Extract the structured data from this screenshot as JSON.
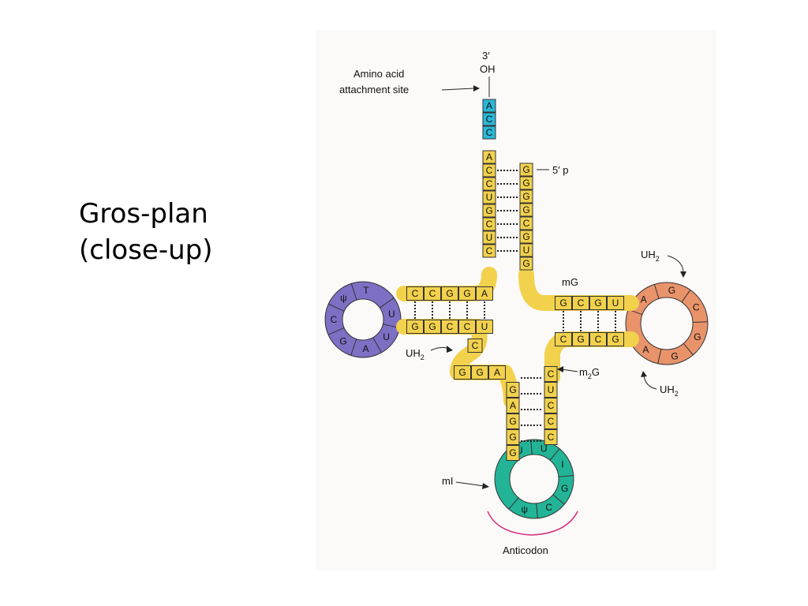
{
  "slide": {
    "line1": "Gros-plan",
    "line2": "(close-up)"
  },
  "labels": {
    "three_prime": "3′",
    "oh": "OH",
    "amino_line1": "Amino acid",
    "amino_line2": "attachment site",
    "five_prime": "5′ p",
    "mG": "mG",
    "uh2": "UH",
    "m2G": "m",
    "g_suffix": "G",
    "sub2": "2",
    "mI": "mI",
    "anticodon": "Anticodon"
  },
  "colors": {
    "stem": "#f2d14c",
    "acceptor_end": "#2ab7d6",
    "t_loop": "#7d6fc4",
    "d_loop": "#e9936b",
    "anticodon_loop": "#23b497",
    "anticodon_label": "#d6287c",
    "outline": "#333333"
  },
  "sequence": {
    "acceptor_3prime": [
      "A",
      "C",
      "C"
    ],
    "acceptor_left": [
      "A",
      "C",
      "C",
      "U",
      "G",
      "C",
      "U",
      "C"
    ],
    "acceptor_right": [
      "G",
      "G",
      "G",
      "G",
      "C",
      "G",
      "U",
      "G"
    ],
    "t_stem_top": [
      "C",
      "C",
      "G",
      "G",
      "A"
    ],
    "t_stem_bottom": [
      "G",
      "G",
      "C",
      "C",
      "U"
    ],
    "t_loop": [
      "U",
      "U",
      "A",
      "G",
      "C",
      "ψ",
      "T"
    ],
    "variable_region": [
      "C",
      "G",
      "G",
      "A"
    ],
    "anticodon_stem_left": [
      "G",
      "A",
      "G",
      "G",
      "G"
    ],
    "anticodon_stem_right": [
      "C",
      "U",
      "C",
      "C",
      "C"
    ],
    "anticodon_loop": [
      "ψ",
      "C",
      "G",
      "I",
      "U",
      "U"
    ],
    "d_stem_top": [
      "G",
      "C",
      "G",
      "U"
    ],
    "d_stem_bottom": [
      "C",
      "G",
      "C",
      "G"
    ],
    "d_loop": [
      "A",
      "G",
      "C",
      "G",
      "G",
      "A"
    ]
  }
}
